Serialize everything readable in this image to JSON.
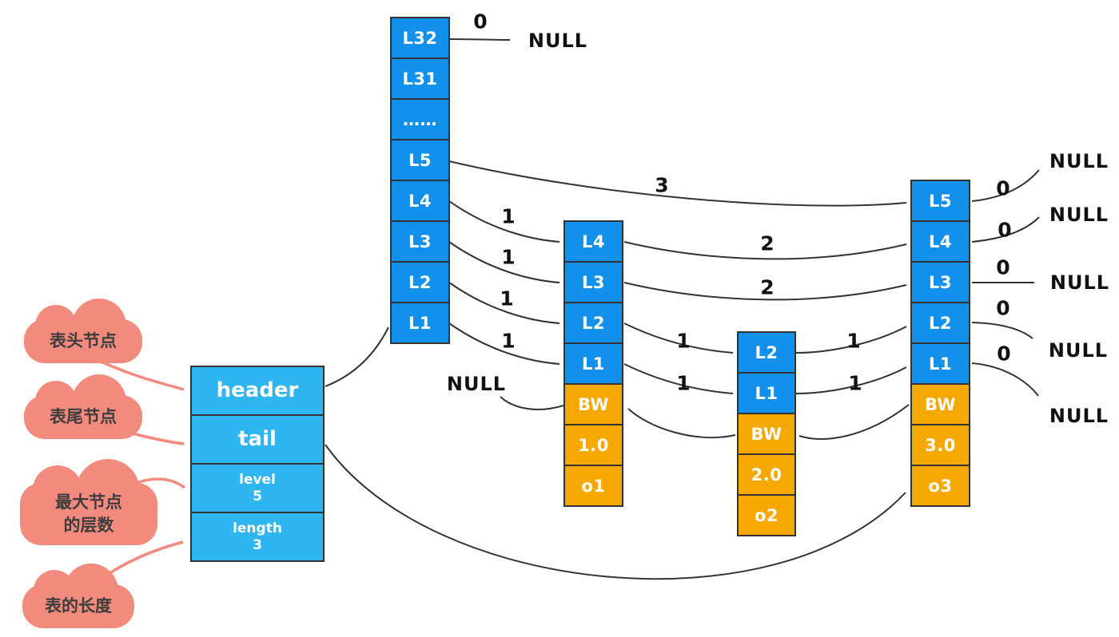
{
  "clouds": [
    {
      "lines": [
        "表头节点"
      ]
    },
    {
      "lines": [
        "表尾节点"
      ]
    },
    {
      "lines": [
        "最大节点",
        "的层数"
      ]
    },
    {
      "lines": [
        "表的长度"
      ]
    }
  ],
  "info_box": {
    "rows": [
      {
        "label": "header",
        "value": ""
      },
      {
        "label": "tail",
        "value": ""
      },
      {
        "label": "level",
        "value": "5"
      },
      {
        "label": "length",
        "value": "3"
      }
    ]
  },
  "header_column": {
    "cells": [
      "L32",
      "L31",
      "……",
      "L5",
      "L4",
      "L3",
      "L2",
      "L1"
    ]
  },
  "nodes": [
    {
      "levels": [
        "L4",
        "L3",
        "L2",
        "L1"
      ],
      "backward": "BW",
      "score": "1.0",
      "object": "o1"
    },
    {
      "levels": [
        "L2",
        "L1"
      ],
      "backward": "BW",
      "score": "2.0",
      "object": "o2"
    },
    {
      "levels": [
        "L5",
        "L4",
        "L3",
        "L2",
        "L1"
      ],
      "backward": "BW",
      "score": "3.0",
      "object": "o3"
    }
  ],
  "span_labels": {
    "header_l32": "0",
    "header_l5": "3",
    "header_l4": "1",
    "header_l3": "1",
    "header_l2": "1",
    "header_l1": "1",
    "n1_l4": "2",
    "n1_l3": "2",
    "n1_l2": "1",
    "n1_l1": "1",
    "n2_l2": "1",
    "n2_l1": "1",
    "n3_l5": "0",
    "n3_l4": "0",
    "n3_l3": "0",
    "n3_l2": "0",
    "n3_l1": "0"
  },
  "null_labels": {
    "top": "NULL",
    "backward_end": "NULL",
    "right": [
      "NULL",
      "NULL",
      "NULL",
      "NULL",
      "NULL"
    ]
  },
  "colors": {
    "level_cell_blue": "#1291EC",
    "info_box_blue": "#2FB5F0",
    "data_cell_orange": "#F5A800",
    "cloud_salmon": "#F28B7D",
    "arrow_dark": "#333333",
    "label_text": "#111111"
  }
}
